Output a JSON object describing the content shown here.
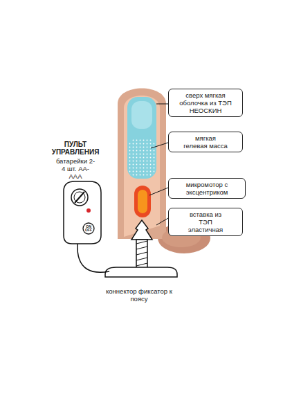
{
  "diagram": {
    "nodes": [
      {
        "text": [
          "сверх мягкая оболочка из ТЭП НЕОСКИН"
        ]
      },
      {
        "text": [
          "мягкая гелевая масса"
        ]
      },
      {
        "text": [
          "микромотор с эксцентриком"
        ]
      },
      {
        "text": [
          "вставка из ТЭП эластичная"
        ]
      },
      {
        "text": [
          "ON OFF"
        ]
      }
    ],
    "labels": [
      "ПУЛЬТ УПРАВЛЕНИЯ",
      "батарейки 2-4 шт. АА-ААА",
      "коннектор фиксатор к поясу"
    ]
  }
}
